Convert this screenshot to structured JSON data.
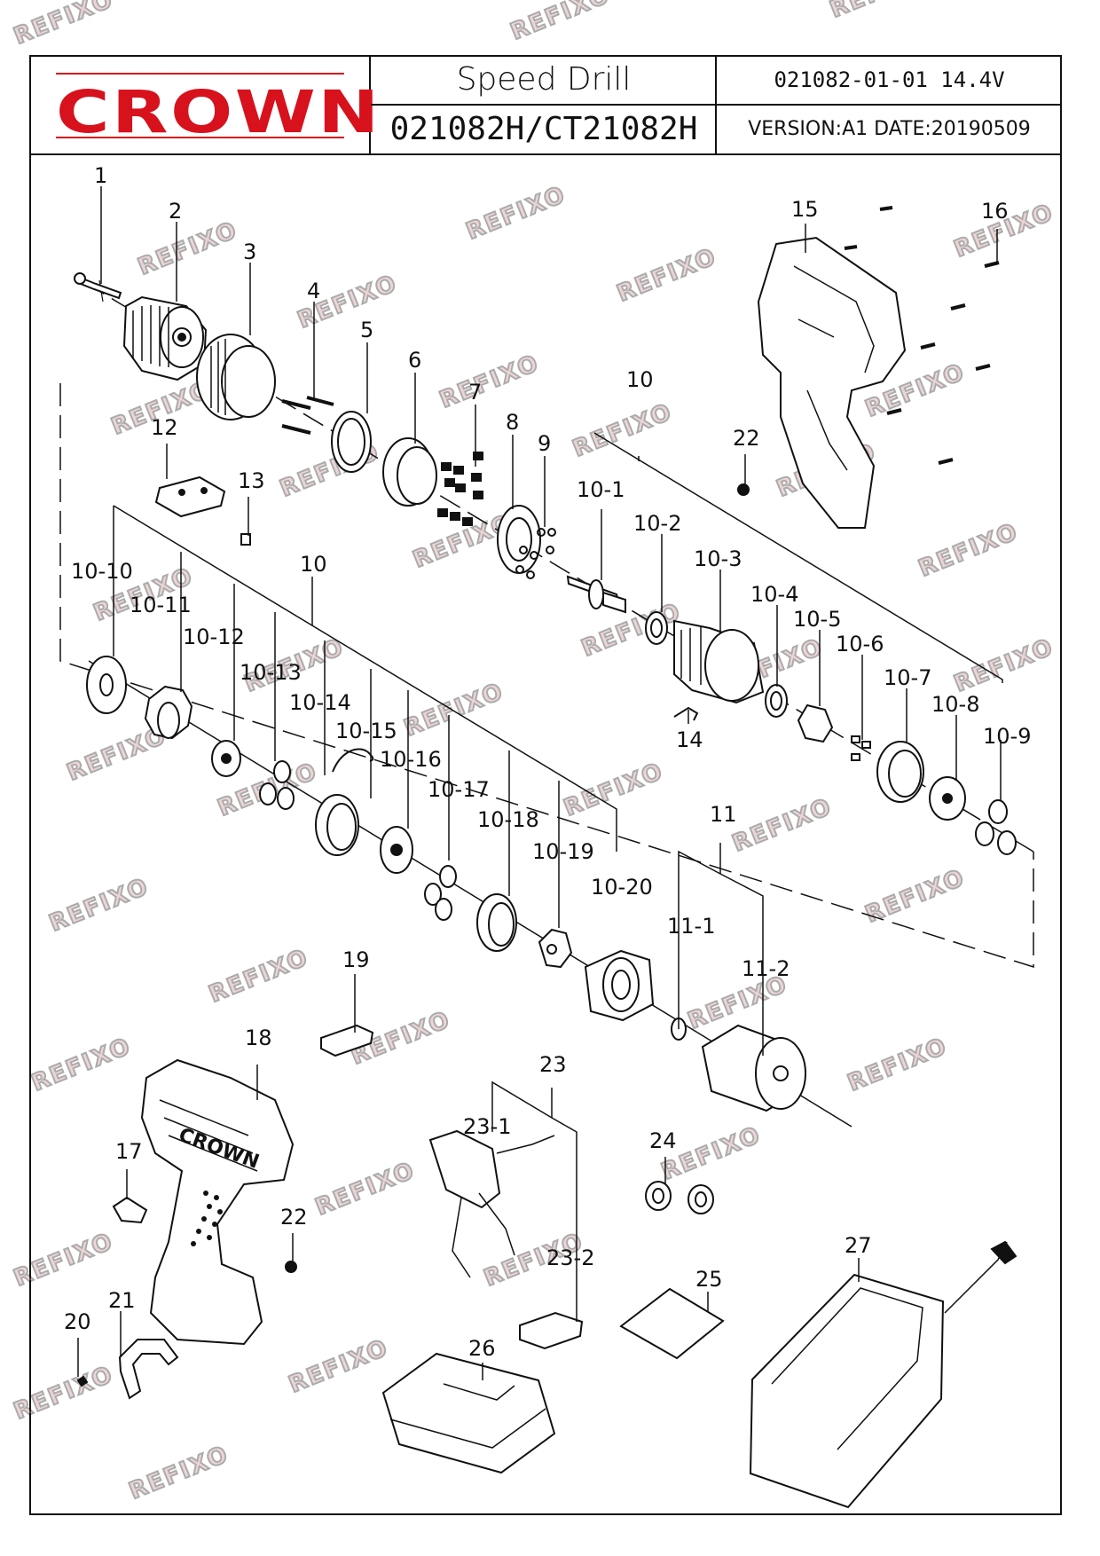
{
  "header": {
    "brand": "CROWN",
    "title": "Speed  Drill",
    "model": "021082H/CT21082H",
    "code": "021082-01-01  14.4V",
    "version": "VERSION:A1  DATE:20190509"
  },
  "watermark": "REFIXO",
  "colors": {
    "brand_red": "#d7121d",
    "line": "#111111",
    "watermark": "#cc8888"
  },
  "parts": [
    {
      "id": "p1",
      "label": "1"
    },
    {
      "id": "p2",
      "label": "2"
    },
    {
      "id": "p3",
      "label": "3"
    },
    {
      "id": "p4",
      "label": "4"
    },
    {
      "id": "p5",
      "label": "5"
    },
    {
      "id": "p6",
      "label": "6"
    },
    {
      "id": "p7",
      "label": "7"
    },
    {
      "id": "p8",
      "label": "8"
    },
    {
      "id": "p9",
      "label": "9"
    },
    {
      "id": "p10a",
      "label": "10"
    },
    {
      "id": "p10b",
      "label": "10"
    },
    {
      "id": "p10_1",
      "label": "10-1"
    },
    {
      "id": "p10_2",
      "label": "10-2"
    },
    {
      "id": "p10_3",
      "label": "10-3"
    },
    {
      "id": "p10_4",
      "label": "10-4"
    },
    {
      "id": "p10_5",
      "label": "10-5"
    },
    {
      "id": "p10_6",
      "label": "10-6"
    },
    {
      "id": "p10_7",
      "label": "10-7"
    },
    {
      "id": "p10_8",
      "label": "10-8"
    },
    {
      "id": "p10_9",
      "label": "10-9"
    },
    {
      "id": "p10_10",
      "label": "10-10"
    },
    {
      "id": "p10_11",
      "label": "10-11"
    },
    {
      "id": "p10_12",
      "label": "10-12"
    },
    {
      "id": "p10_13",
      "label": "10-13"
    },
    {
      "id": "p10_14",
      "label": "10-14"
    },
    {
      "id": "p10_15",
      "label": "10-15"
    },
    {
      "id": "p10_16",
      "label": "10-16"
    },
    {
      "id": "p10_17",
      "label": "10-17"
    },
    {
      "id": "p10_18",
      "label": "10-18"
    },
    {
      "id": "p10_19",
      "label": "10-19"
    },
    {
      "id": "p10_20",
      "label": "10-20"
    },
    {
      "id": "p11",
      "label": "11"
    },
    {
      "id": "p11_1",
      "label": "11-1"
    },
    {
      "id": "p11_2",
      "label": "11-2"
    },
    {
      "id": "p12",
      "label": "12"
    },
    {
      "id": "p13",
      "label": "13"
    },
    {
      "id": "p14",
      "label": "14"
    },
    {
      "id": "p15",
      "label": "15"
    },
    {
      "id": "p16",
      "label": "16"
    },
    {
      "id": "p17",
      "label": "17"
    },
    {
      "id": "p18",
      "label": "18"
    },
    {
      "id": "p19",
      "label": "19"
    },
    {
      "id": "p20",
      "label": "20"
    },
    {
      "id": "p21",
      "label": "21"
    },
    {
      "id": "p22a",
      "label": "22"
    },
    {
      "id": "p22b",
      "label": "22"
    },
    {
      "id": "p23",
      "label": "23"
    },
    {
      "id": "p23_1",
      "label": "23-1"
    },
    {
      "id": "p23_2",
      "label": "23-2"
    },
    {
      "id": "p24",
      "label": "24"
    },
    {
      "id": "p25",
      "label": "25"
    },
    {
      "id": "p26",
      "label": "26"
    },
    {
      "id": "p27",
      "label": "27"
    }
  ],
  "handle_logo": "CROWN"
}
